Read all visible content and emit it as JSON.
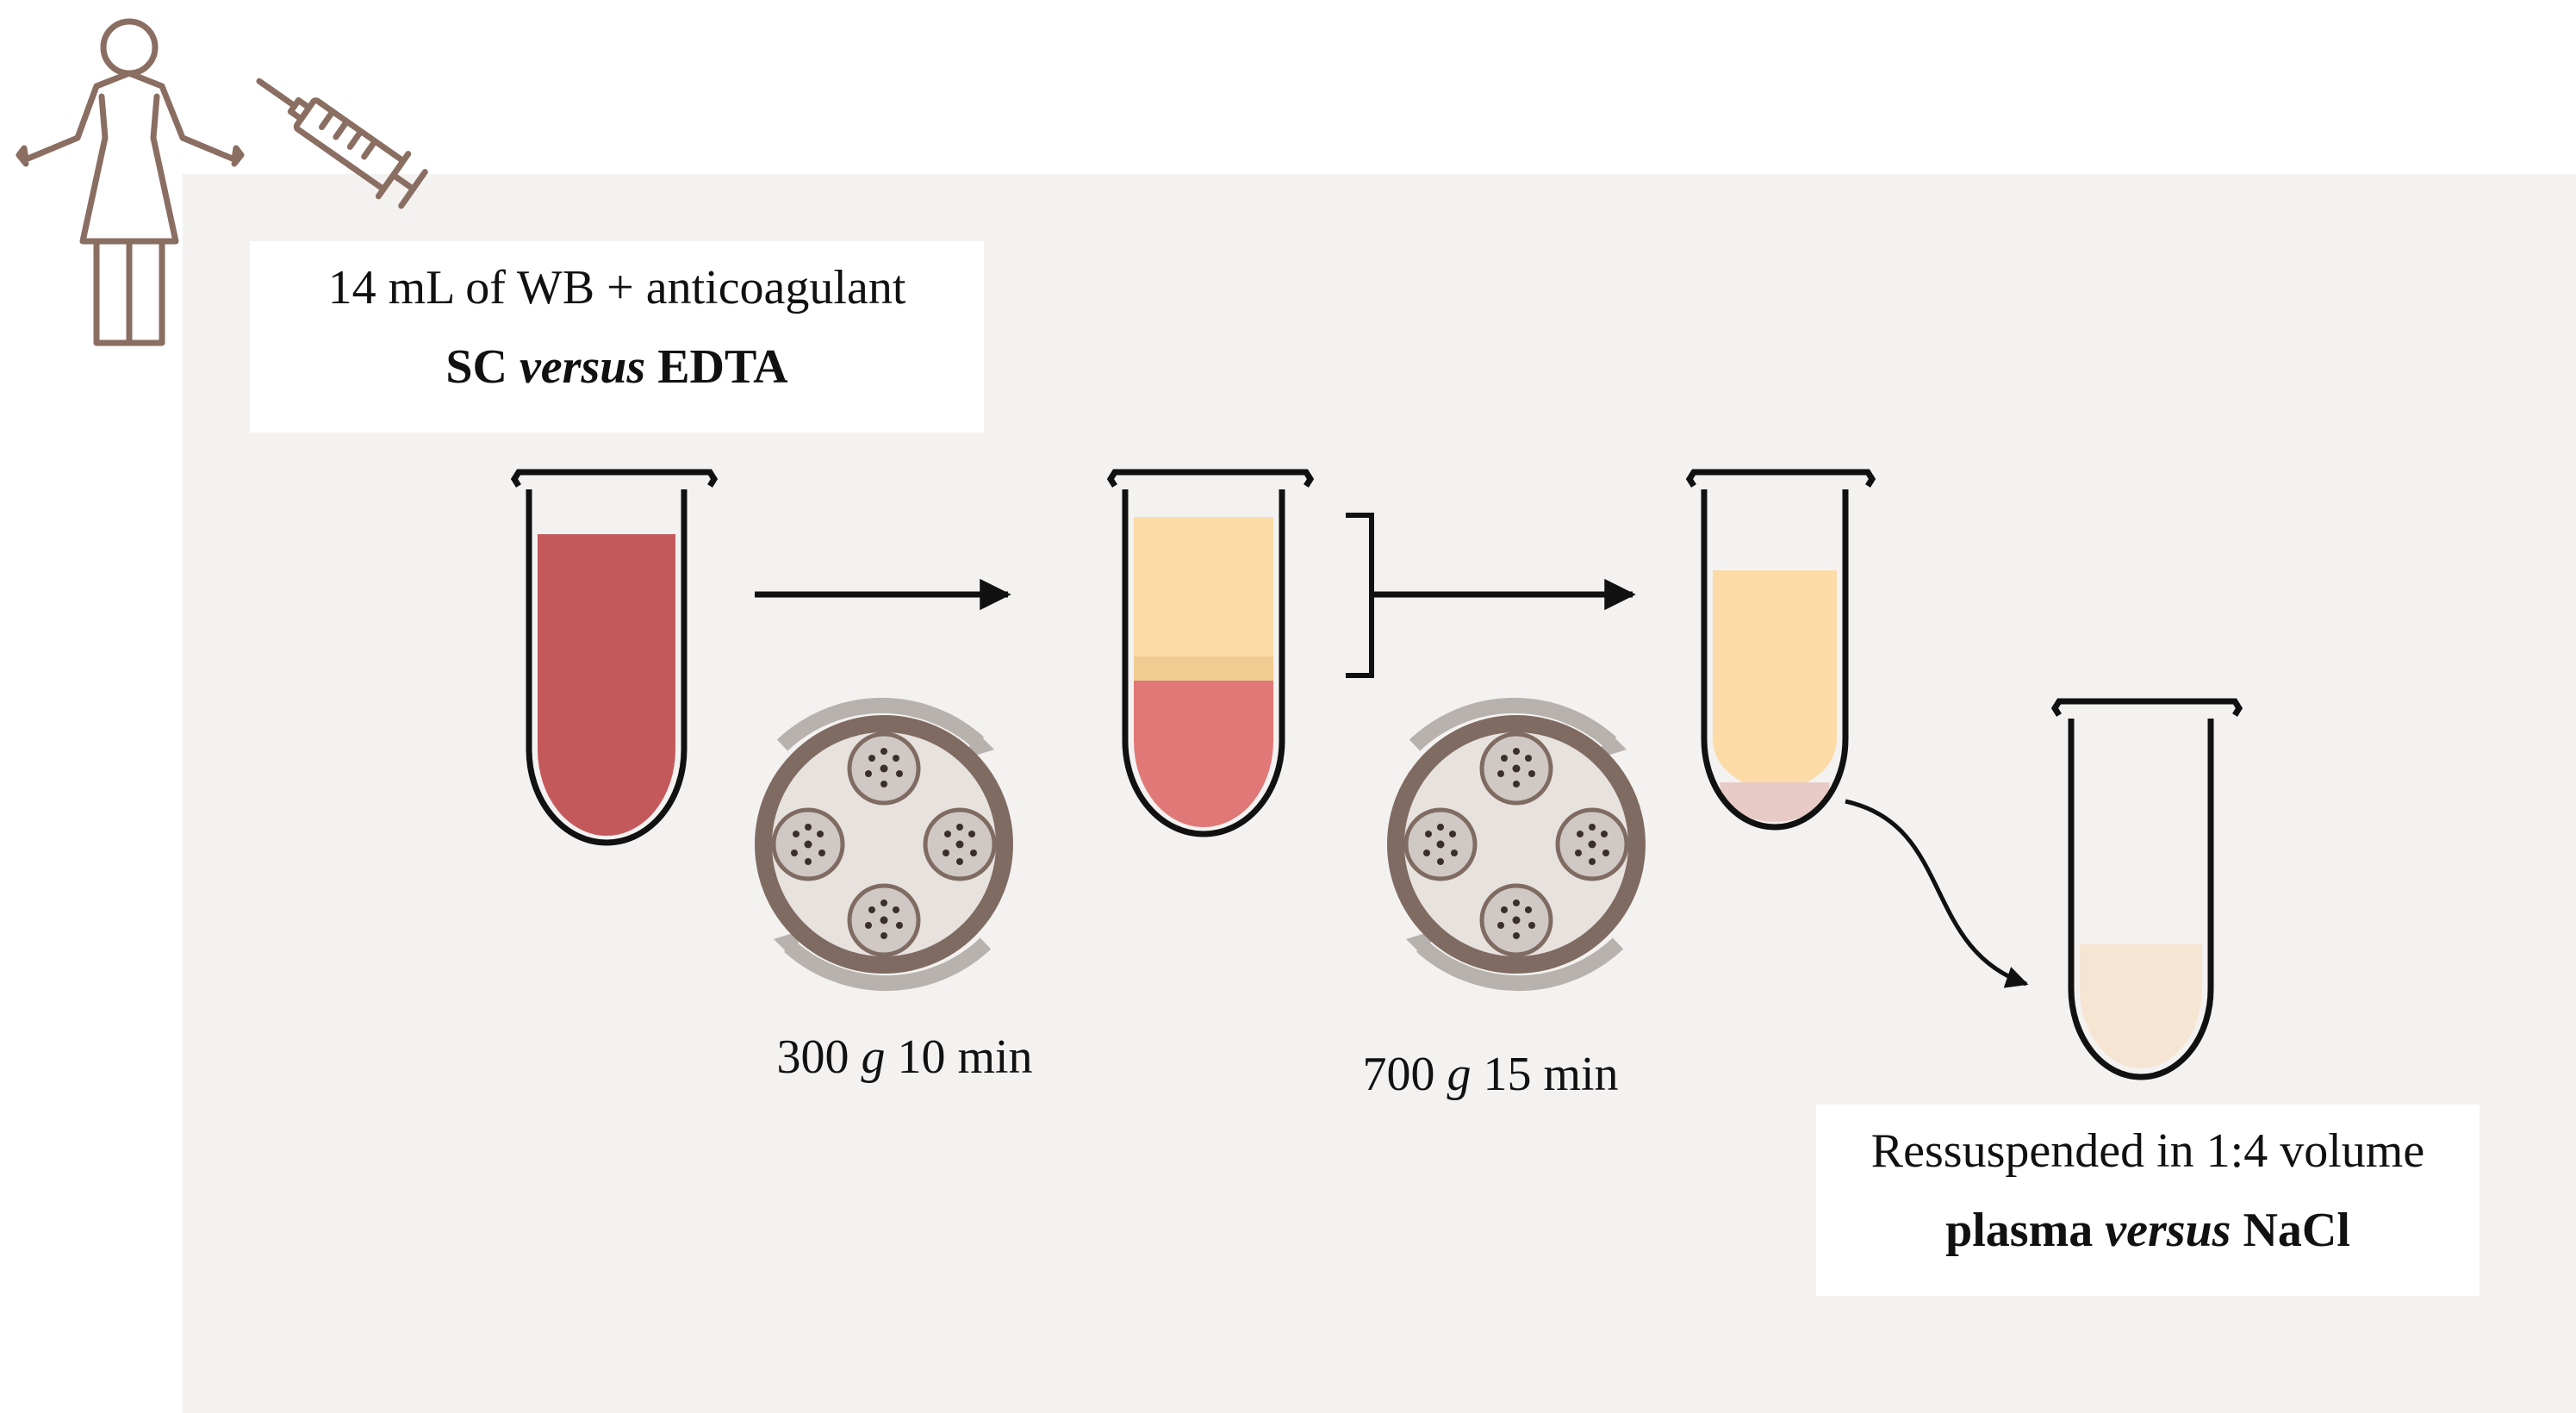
{
  "colors": {
    "panel": "#f4f2f1",
    "whole_blood": "#c4595c",
    "plasma": "#fcdba6",
    "buffy_coat": "#f0cc93",
    "red_cells": "#e07878",
    "resuspended": "#f6e5d3",
    "pellet": "#e8cbc6",
    "figure_stroke": "#8a6e62",
    "rotor": "#7f6b62",
    "rotor_inner": "#e8e2df"
  },
  "icons": [
    "person-icon",
    "syringe-icon",
    "centrifuge-rotor-icon"
  ],
  "input_box": {
    "volume_text": "14 mL of WB + anticoagulant",
    "anticoagulant_a": "SC",
    "versus_word": "versus",
    "anticoagulant_b": "EDTA"
  },
  "spin_1": {
    "force": "300",
    "unit": "g",
    "time": "10 min"
  },
  "spin_2": {
    "force": "700",
    "unit": "g",
    "time": "15 min"
  },
  "output_box": {
    "text": "Ressuspended in 1:4 volume",
    "medium_a": "plasma",
    "versus_word": "versus",
    "medium_b": "NaCl"
  }
}
